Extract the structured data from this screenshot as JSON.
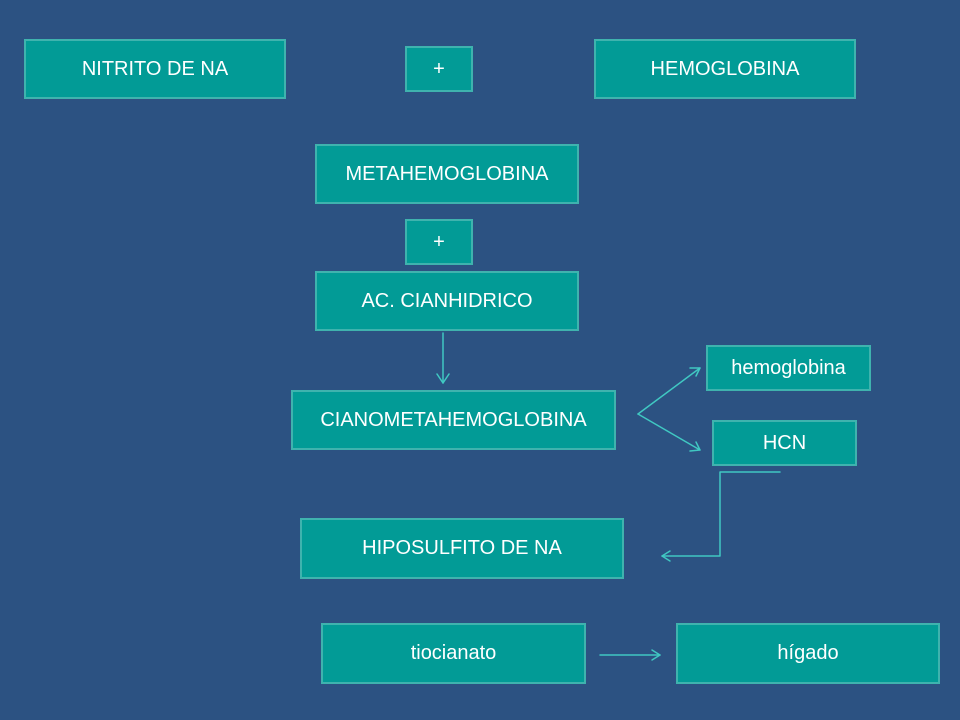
{
  "colors": {
    "background": "#2C5282",
    "box_fill": "#029B96",
    "box_border": "#3FB3AE",
    "arrow": "#40C8C2",
    "text": "#FFFFFF"
  },
  "nodes": {
    "nitrito": "NITRITO DE NA",
    "plus1": "+",
    "hemoglobina_upper": "HEMOGLOBINA",
    "metahemoglobina": "METAHEMOGLOBINA",
    "plus2": "+",
    "ac_cianhidrico": "AC. CIANHIDRICO",
    "cianometahemoglobina": "CIANOMETAHEMOGLOBINA",
    "hemoglobina_lower": "hemoglobina",
    "hcn": "HCN",
    "hiposulfito": "HIPOSULFITO DE NA",
    "tiocianato": "tiocianato",
    "higado": "hígado"
  }
}
